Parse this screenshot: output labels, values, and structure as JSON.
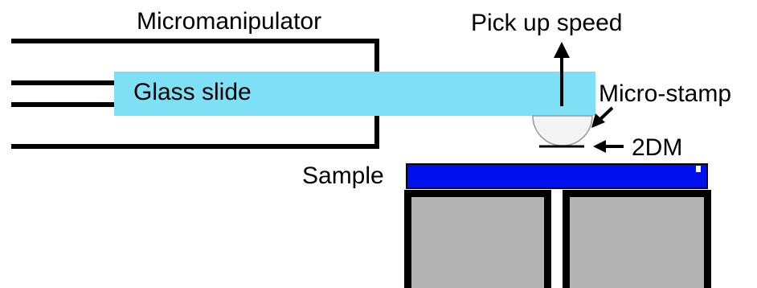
{
  "labels": {
    "micromanipulator": "Micromanipulator",
    "glass_slide": "Glass slide",
    "pick_up_speed": "Pick up speed",
    "micro_stamp": "Micro-stamp",
    "twodm": "2DM",
    "sample": "Sample"
  },
  "colors": {
    "glass_slide": "#7fdff5",
    "sample_layer": "#0010ee",
    "support_block": "#b3b3b3",
    "outline": "#000000"
  }
}
